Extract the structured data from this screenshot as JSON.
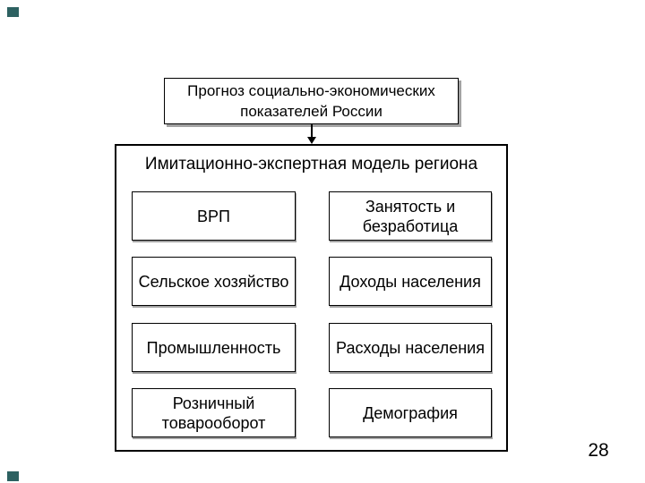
{
  "page": {
    "number": "28",
    "corner_accent_color": "#2d6161"
  },
  "diagram": {
    "source_box": {
      "label": "Прогноз социально-экономических показателей России"
    },
    "arrow": "down-arrow",
    "model": {
      "title": "Имитационно-экспертная модель региона",
      "left_column": [
        "ВРП",
        "Сельское хозяйство",
        "Промышленность",
        "Розничный товарооборот"
      ],
      "right_column": [
        "Занятость и безработица",
        "Доходы населения",
        "Расходы населения",
        "Демография"
      ]
    }
  }
}
